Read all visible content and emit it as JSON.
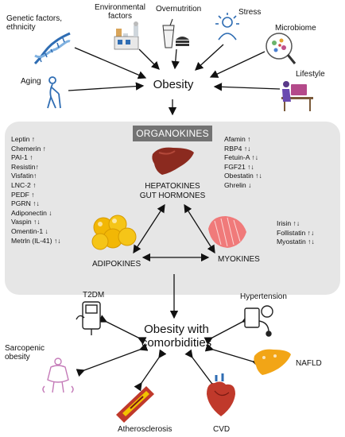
{
  "top_factors": {
    "genetic": "Genetic factors,\nethnicity",
    "environmental": "Environmental\nfactors",
    "overnutrition": "Overnutrition",
    "stress": "Stress",
    "microbiome": "Microbiome",
    "aging": "Aging",
    "lifestyle": "Lifestyle"
  },
  "obesity": "Obesity",
  "organokines": {
    "title": "ORGANOKINES",
    "hepatokines_label": "HEPATOKINES\nGUT HORMONES",
    "adipokines_label": "ADIPOKINES",
    "myokines_label": "MYOKINES",
    "adipokines_list": [
      "Leptin ↑",
      "Chemerin ↑",
      "PAI-1 ↑",
      "Resistin↑",
      "Visfatin↑",
      "LNC-2 ↑",
      "PEDF ↑",
      "PGRN ↑↓",
      "Adiponectin ↓",
      "Vaspin ↑↓",
      "Omentin-1 ↓",
      "Metrln (IL-41) ↑↓"
    ],
    "hepatokines_list": [
      "Afamin ↑",
      "RBP4 ↑↓",
      "Fetuin-A ↑↓",
      "FGF21 ↑↓",
      "Obestatin ↑↓",
      "Ghrelin ↓"
    ],
    "myokines_list": [
      "Irisin ↑↓",
      "Follistatin ↑↓",
      "Myostatin ↑↓"
    ]
  },
  "comorbid": {
    "center": "Obesity with\ncomorbidities",
    "t2dm": "T2DM",
    "hypertension": "Hypertension",
    "sarcopenic": "Sarcopenic\nobesity",
    "nafld": "NAFLD",
    "atherosclerosis": "Atherosclerosis",
    "cvd": "CVD"
  },
  "icons": [
    "dna-icon",
    "factory-icon",
    "drink-burger-icon",
    "stressed-person-icon",
    "petri-dish-icon",
    "elderly-person-icon",
    "desk-worker-icon",
    "liver-icon",
    "fat-cells-icon",
    "muscle-icon",
    "glucose-meter-icon",
    "blood-pressure-icon",
    "body-outline-icon",
    "artery-icon",
    "heart-icon",
    "fatty-liver-icon"
  ],
  "colors": {
    "panel": "#e6e6e6",
    "banner": "#737373",
    "liver": "#8b2a1f",
    "fat": "#f2b705",
    "muscle": "#f07a7a",
    "icon_blue": "#2f6db3"
  }
}
